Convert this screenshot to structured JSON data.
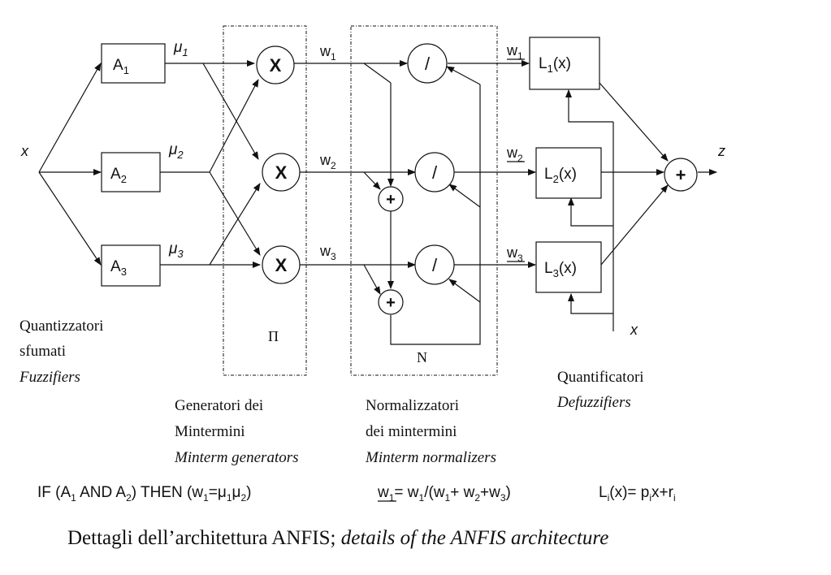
{
  "input_label": "x",
  "output_label": "z",
  "feedback_input_label": "x",
  "fuzzifiers": [
    "A",
    "A",
    "A"
  ],
  "fuzzifier_subscripts": [
    "1",
    "2",
    "3"
  ],
  "membership_symbol": "μ",
  "membership_subscripts": [
    "1",
    "2",
    "3"
  ],
  "product_symbol": "X",
  "weight_symbol": "w",
  "weight_subscripts": [
    "1",
    "2",
    "3"
  ],
  "sum_symbol": "+",
  "divide_symbol": "/",
  "pi_label": "Π",
  "n_label": "N",
  "consequent_prefix": "L",
  "consequent_suffix": "(x)",
  "consequent_subscripts": [
    "1",
    "2",
    "3"
  ],
  "captions": {
    "fuzzifiers": {
      "line1": "Quantizzatori",
      "line2": "sfumati",
      "line3": "Fuzzifiers"
    },
    "generators": {
      "line1": "Generatori dei",
      "line2": "Mintermini",
      "line3": "Minterm generators"
    },
    "normalizers": {
      "line1": "Normalizzatori",
      "line2": "dei mintermini",
      "line3": "Minterm normalizers"
    },
    "defuzzifiers": {
      "line1": "Quantificatori",
      "line2": "Defuzzifiers"
    }
  },
  "formulas": {
    "f1": [
      "IF (A",
      "1",
      " AND A",
      "2",
      ") THEN (w",
      "1",
      "=μ",
      "1",
      "μ",
      "2",
      ")"
    ],
    "f2": [
      "w",
      "1",
      "= w",
      "1",
      "/(w",
      "1",
      "+ w",
      "2",
      "+w",
      "3",
      ")"
    ],
    "f3": [
      "L",
      "i",
      "(x)= p",
      "i",
      "x+r",
      "i"
    ]
  },
  "title": {
    "plain": "Dettagli dell’architettura ANFIS; ",
    "italic": "details of the ANFIS  architecture"
  }
}
